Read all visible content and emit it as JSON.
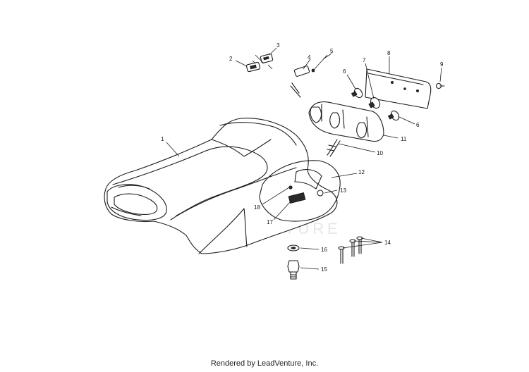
{
  "watermark": "LEADVENTURE",
  "footer_text": "Rendered by LeadVenture, Inc.",
  "callouts": [
    "1",
    "2",
    "3",
    "4",
    "5",
    "6",
    "7",
    "8",
    "9",
    "6",
    "11",
    "10",
    "12",
    "13",
    "18",
    "17",
    "14",
    "16",
    "15"
  ]
}
